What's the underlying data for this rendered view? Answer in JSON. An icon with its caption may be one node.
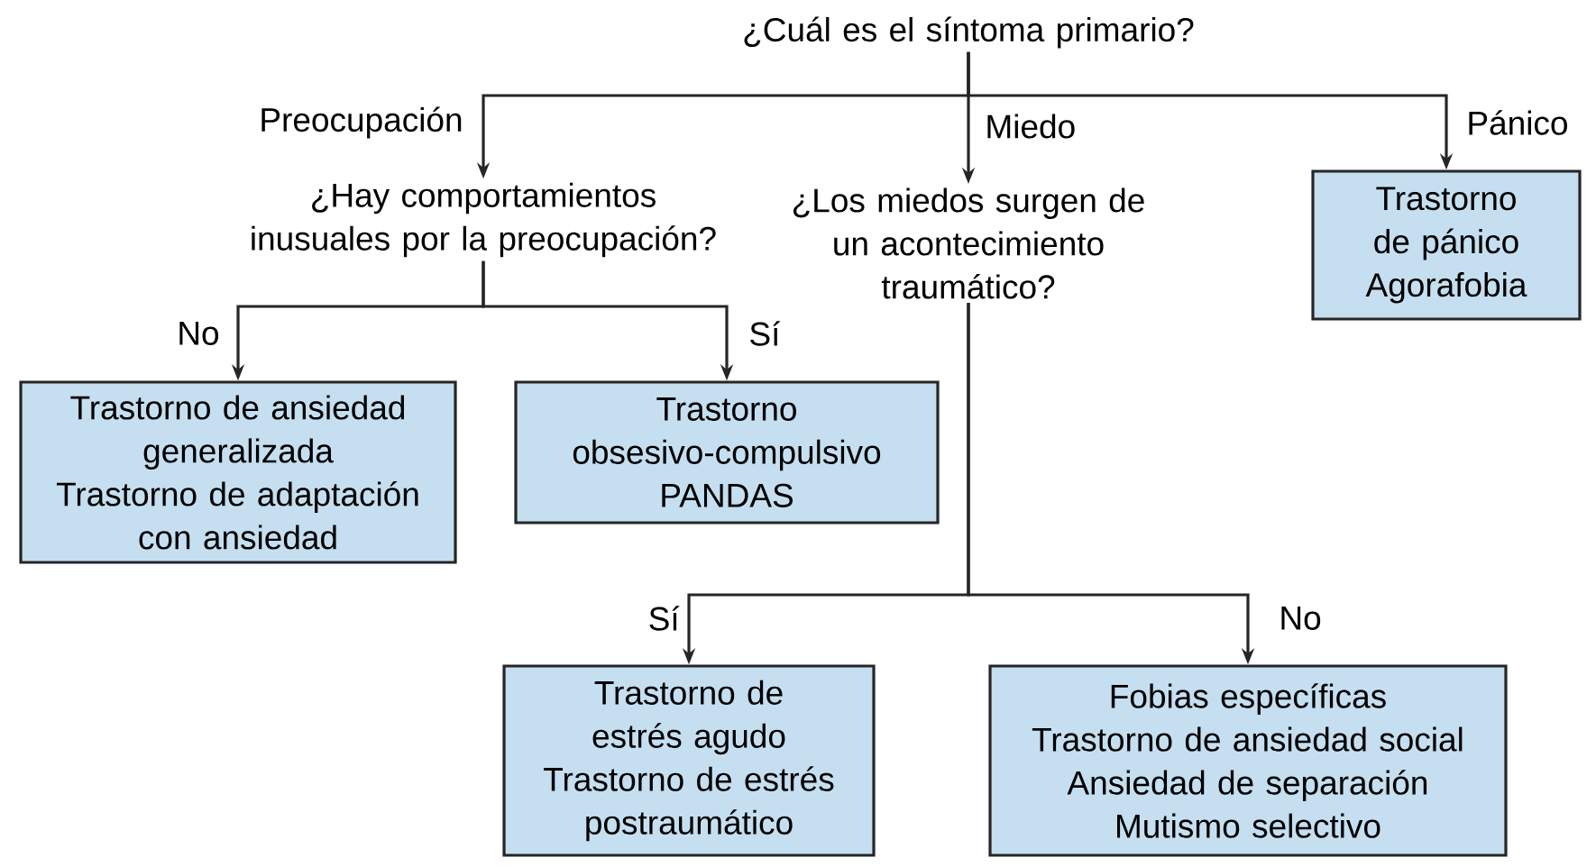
{
  "diagram": {
    "nodes": [
      {
        "text": [
          "¿Cuál es el síntoma primario?"
        ]
      },
      {
        "text": [
          "¿Hay comportamientos inusuales por la preocupación?"
        ]
      },
      {
        "text": [
          "¿Los miedos surgen de un acontecimiento traumático?"
        ]
      },
      {
        "text": [
          "Trastorno de pánico",
          "Agorafobia"
        ]
      },
      {
        "text": [
          "Trastorno de ansiedad generalizada",
          "Trastorno de adaptación con ansiedad"
        ]
      },
      {
        "text": [
          "Trastorno obsesivo-compulsivo",
          "PANDAS"
        ]
      },
      {
        "text": [
          "Trastorno de estrés agudo",
          "Trastorno de estrés postraumático"
        ]
      },
      {
        "text": [
          "Fobias específicas",
          "Trastorno de ansiedad social",
          "Ansiedad de separación",
          "Mutismo selectivo"
        ]
      }
    ],
    "edges": [
      {
        "from": 0,
        "to": 1,
        "arrow": "to",
        "label": "Preocupación"
      },
      {
        "from": 0,
        "to": 2,
        "arrow": "to",
        "label": "Miedo"
      },
      {
        "from": 0,
        "to": 3,
        "arrow": "to",
        "label": "Pánico"
      },
      {
        "from": 1,
        "to": 4,
        "arrow": "to",
        "label": "No"
      },
      {
        "from": 1,
        "to": 5,
        "arrow": "to",
        "label": "Sí"
      },
      {
        "from": 2,
        "to": 6,
        "arrow": "to",
        "label": "Sí"
      },
      {
        "from": 2,
        "to": 7,
        "arrow": "to",
        "label": "No"
      }
    ]
  }
}
